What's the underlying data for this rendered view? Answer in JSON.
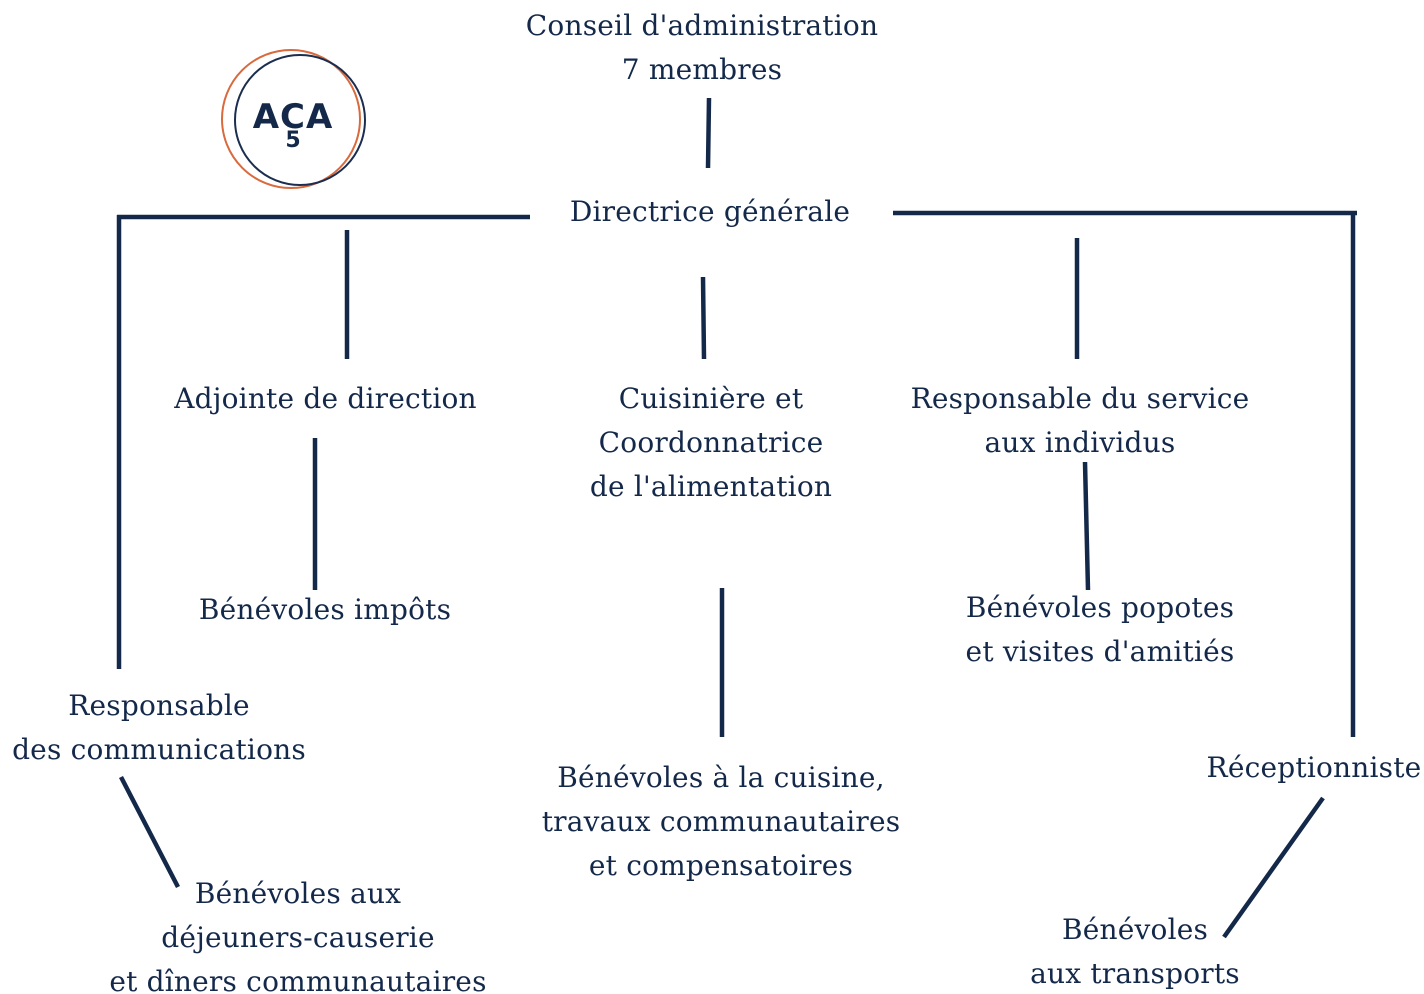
{
  "logo": {
    "main": "ACA",
    "sub": "5",
    "ring_colors": [
      "#1c2e50",
      "#d86a3d"
    ]
  },
  "nodes": {
    "board": [
      "Conseil d'administration",
      "7 membres"
    ],
    "director": [
      "Directrice générale"
    ],
    "deputy": [
      "Adjointe de direction"
    ],
    "cook": [
      "Cuisinière et",
      "Coordonnatrice",
      "de l'alimentation"
    ],
    "individual_services": [
      "Responsable du service",
      "aux individus"
    ],
    "tax_volunteers": [
      "Bénévoles impôts"
    ],
    "meal_volunteers": [
      "Bénévoles popotes",
      "et visites d'amitiés"
    ],
    "communications": [
      "Responsable",
      "des communications"
    ],
    "kitchen_volunteers": [
      "Bénévoles à la cuisine,",
      "travaux communautaires",
      "et compensatoires"
    ],
    "receptionist": [
      "Réceptionniste"
    ],
    "lunch_volunteers": [
      "Bénévoles aux",
      "déjeuners-causerie",
      "et dîners communautaires"
    ],
    "transport_volunteers": [
      "Bénévoles",
      "aux transports"
    ]
  },
  "colors": {
    "text": "#14294a",
    "line": "#14294a",
    "background": "#ffffff"
  }
}
